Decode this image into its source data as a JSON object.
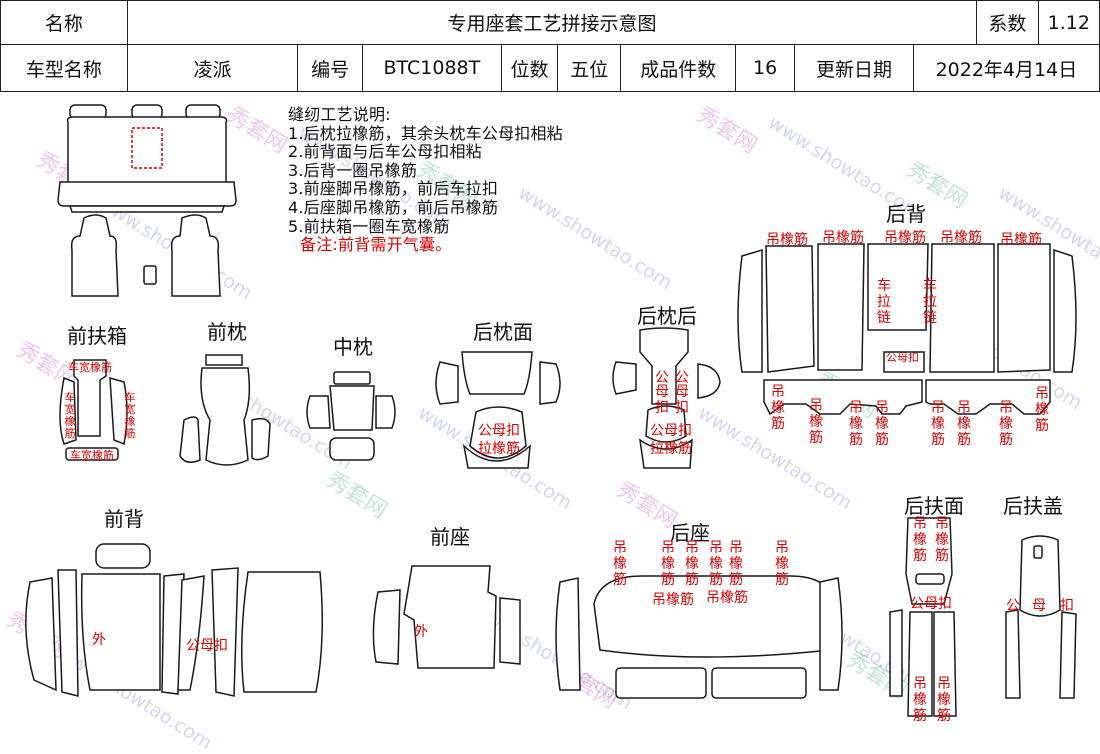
{
  "header": {
    "name_label": "名称",
    "doc_title": "专用座套工艺拼接示意图",
    "coef_label": "系数",
    "coef_value": "1.12",
    "model_label": "车型名称",
    "model_value": "凌派",
    "code_label": "编号",
    "code_value": "BTC1088T",
    "seats_label": "位数",
    "seats_value": "五位",
    "pieces_label": "成品件数",
    "pieces_value": "16",
    "update_label": "更新日期",
    "update_value": "2022年4月14日"
  },
  "notes": {
    "title": "缝纫工艺说明:",
    "items": [
      "1.后枕拉橡筋，其余头枕车公母扣相粘",
      "2.前背面与后车公母扣相粘",
      "3.后背一圈吊橡筋",
      "3.前座脚吊橡筋，前后车拉扣",
      "4.后座脚吊橡筋，前后吊橡筋",
      "5.前扶箱一圈车宽橡筋"
    ],
    "remark": "备注:前背需开气囊。"
  },
  "part_labels": {
    "front_armbox": "前扶箱",
    "front_pillow": "前枕",
    "mid_pillow": "中枕",
    "rear_pillow_face": "后枕面",
    "rear_pillow_back": "后枕后",
    "rear_back": "后背",
    "front_back": "前背",
    "front_seat": "前座",
    "rear_seat": "后座",
    "rear_arm_face": "后扶面",
    "rear_arm_cover": "后扶盖"
  },
  "annotations": {
    "hang_elastic": "吊橡筋",
    "car_elastic": "车宽橡筋",
    "car_zipper": "车拉链",
    "velcro": "公母扣",
    "pull_elastic": "拉橡筋",
    "outer": "外",
    "velcro_split": [
      "公",
      "母",
      "扣"
    ]
  },
  "watermark": {
    "cn": "秀套网",
    "url": "www.showtao.com"
  }
}
